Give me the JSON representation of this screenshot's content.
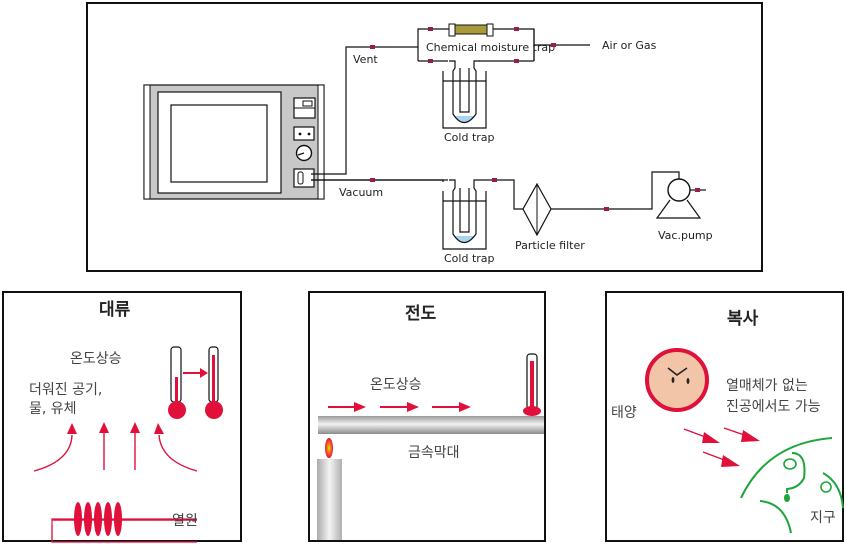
{
  "diagram": {
    "top": {
      "labels": {
        "vent": "Vent",
        "chemical_trap": "Chemical moisture trap",
        "air_gas": "Air or Gas",
        "cold_trap_1": "Cold trap",
        "vacuum": "Vacuum",
        "cold_trap_2": "Cold trap",
        "particle_filter": "Particle filter",
        "vac_pump": "Vac.pump"
      }
    },
    "convection": {
      "title": "대류",
      "temp_rise": "온도상승",
      "fluid_line1": "더워진 공기,",
      "fluid_line2": "물, 유체",
      "heat_source": "열원"
    },
    "conduction": {
      "title": "전도",
      "temp_rise": "온도상승",
      "metal_rod": "금속막대"
    },
    "radiation": {
      "title": "복사",
      "sun": "태양",
      "note_line1": "열매체가 없는",
      "note_line2": "진공에서도 가능",
      "earth": "지구"
    }
  },
  "colors": {
    "heat_red": "#e0103a",
    "earth_green": "#1ea53c",
    "sun_face": "#f2c4a8",
    "water_blue": "#a9d4f0",
    "trap_olive": "#a89a3a",
    "valve_magenta": "#9b1a4f"
  }
}
